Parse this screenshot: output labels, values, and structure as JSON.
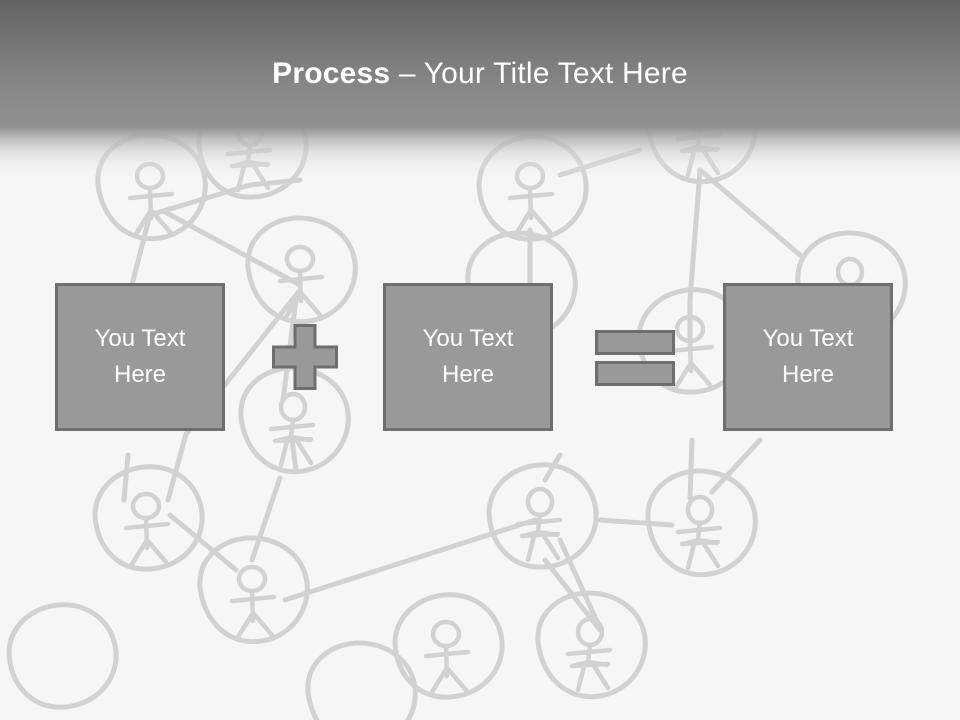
{
  "slide": {
    "title": {
      "strong": "Process",
      "dash": " – ",
      "light": "Your Title Text Here"
    },
    "header_gradient_top": "#646464",
    "header_gradient_bottom": "#909090",
    "background_color": "#f6f6f6",
    "artwork_stroke_color": "#d2d2d2",
    "artwork_name": "network-of-stick-figures"
  },
  "process": {
    "boxes": [
      {
        "id": "box-1",
        "label": "You Text\nHere",
        "line1": "You Text",
        "line2": "Here",
        "fill": "#999999",
        "border": "#6e6e6e",
        "text_color": "#ffffff"
      },
      {
        "id": "box-2",
        "label": "You Text\nHere",
        "line1": "You Text",
        "line2": "Here",
        "fill": "#999999",
        "border": "#6e6e6e",
        "text_color": "#ffffff"
      },
      {
        "id": "box-3",
        "label": "You Text\nHere",
        "line1": "You Text",
        "line2": "Here",
        "fill": "#999999",
        "border": "#6e6e6e",
        "text_color": "#ffffff"
      }
    ],
    "operators": [
      {
        "id": "op-1",
        "symbol": "+",
        "name": "plus-icon",
        "fill": "#999999",
        "border": "#6e6e6e"
      },
      {
        "id": "op-2",
        "symbol": "=",
        "name": "equals-icon",
        "fill": "#999999",
        "border": "#6e6e6e"
      }
    ]
  }
}
